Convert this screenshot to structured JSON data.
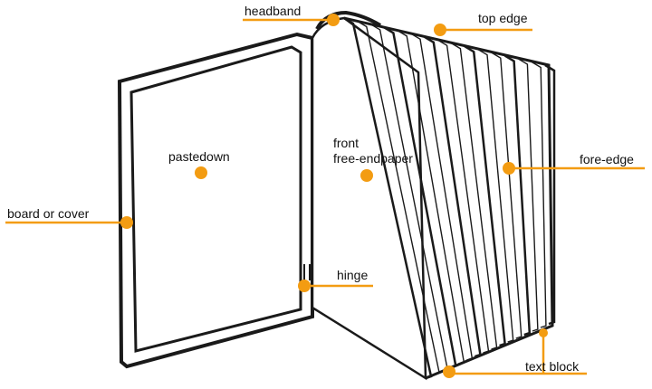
{
  "accent_color": "#f39c12",
  "ink_color": "#1a1a1a",
  "labels": {
    "headband": "headband",
    "top_edge": "top edge",
    "pastedown": "pastedown",
    "front_line1": "front",
    "front_line2": "free-endpaper",
    "fore_edge": "fore-edge",
    "board": "board or cover",
    "hinge": "hinge",
    "text_block": "text block"
  }
}
